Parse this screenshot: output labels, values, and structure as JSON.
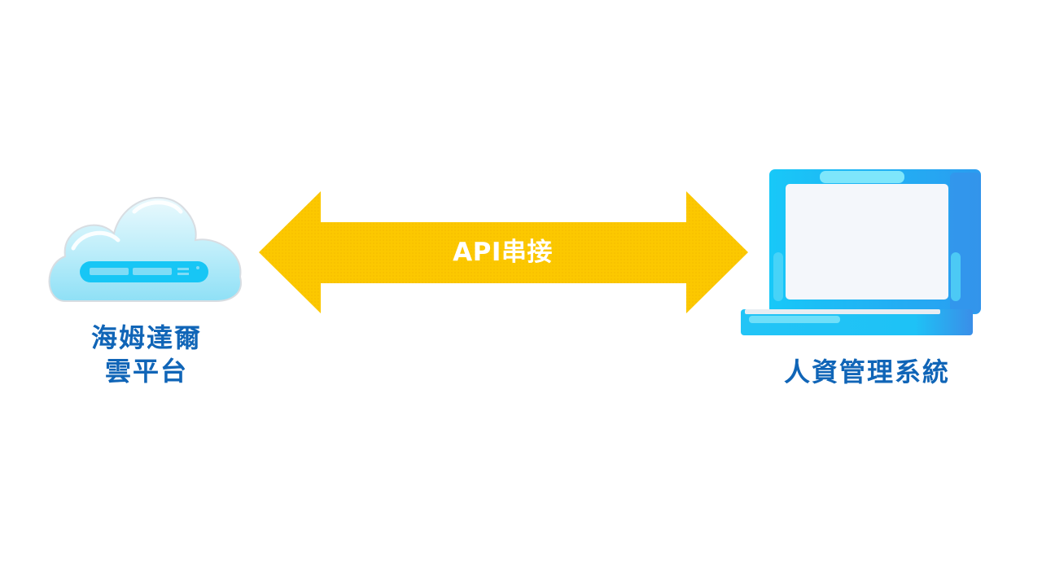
{
  "diagram": {
    "connector": {
      "label": "API串接",
      "color": "#fcc800",
      "direction": "bidirectional"
    },
    "nodes": [
      {
        "id": "cloud-platform",
        "icon": "cloud-server-icon",
        "label_lines": [
          "海姆達爾",
          "雲平台"
        ]
      },
      {
        "id": "hr-system",
        "icon": "laptop-icon",
        "label": "人資管理系統"
      }
    ],
    "label_color": "#1065b7",
    "icon_color": "#00c8f8"
  }
}
